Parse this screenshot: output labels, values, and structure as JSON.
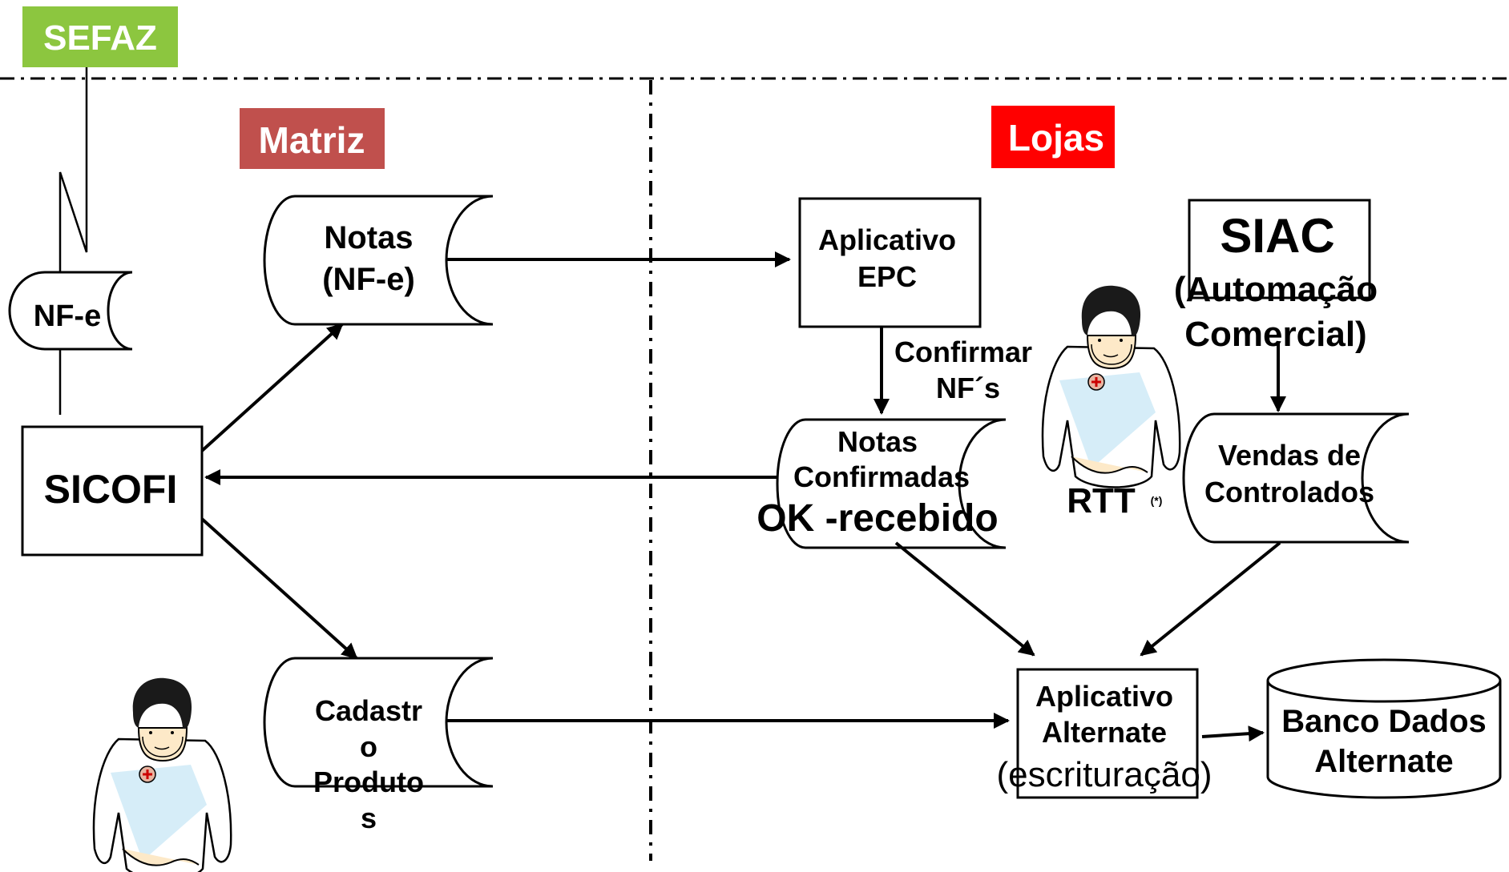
{
  "badges": {
    "sefaz": {
      "label": "SEFAZ",
      "color": "#8cc63f"
    },
    "matriz": {
      "label": "Matriz",
      "color": "#c0504d"
    },
    "lojas": {
      "label": "Lojas",
      "color": "#ff0000"
    }
  },
  "nodes": {
    "nfe_store": [
      "NF-e"
    ],
    "notas_nfe": [
      "Notas",
      "(NF-e)"
    ],
    "sicofi": [
      "SICOFI"
    ],
    "cadastro_produtos": [
      "Cadastr",
      "o",
      "Produto",
      "s"
    ],
    "aplicativo_epc": [
      "Aplicativo",
      "EPC"
    ],
    "notas_confirmadas": [
      "Notas",
      "Confirmadas"
    ],
    "siac": {
      "title": "SIAC",
      "subtitle": [
        "(Automação",
        "Comercial)"
      ]
    },
    "vendas_controlados": [
      "Vendas de",
      "Controlados"
    ],
    "aplicativo_alternate": {
      "lines": [
        "Aplicativo",
        "Alternate"
      ],
      "note": "(escrituração)"
    },
    "banco_dados": [
      "Banco Dados",
      "Alternate"
    ]
  },
  "labels": {
    "confirmar": [
      "Confirmar",
      "NF´s"
    ],
    "ok_recebido": "OK -recebido",
    "rtt": "RTT",
    "rtt_note": "(*)"
  },
  "icons": [
    "person-icon",
    "person-icon"
  ]
}
